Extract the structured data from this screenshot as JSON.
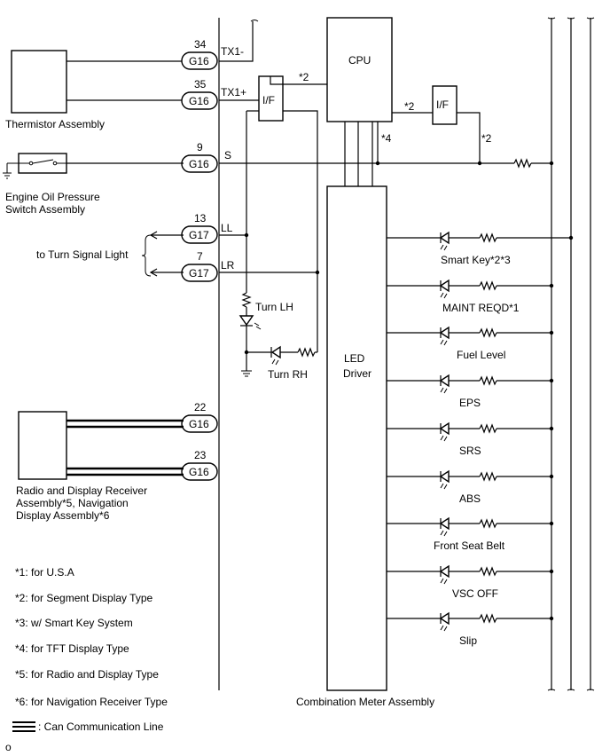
{
  "components": {
    "thermistor": "Thermistor Assembly",
    "oil_pressure_line1": "Engine Oil Pressure",
    "oil_pressure_line2": "Switch Assembly",
    "turn_signal": "to Turn Signal Light",
    "radio_line1": "Radio and Display Receiver",
    "radio_line2": "Assembly*5, Navigation",
    "radio_line3": "Display Assembly*6",
    "cpu": "CPU",
    "if_label": "I/F",
    "led_line1": "LED",
    "led_line2": "Driver",
    "meter": "Combination Meter Assembly"
  },
  "connectors": [
    {
      "pin": "34",
      "name": "G16",
      "signal": "TX1-"
    },
    {
      "pin": "35",
      "name": "G16",
      "signal": "TX1+"
    },
    {
      "pin": "9",
      "name": "G16",
      "signal": "S"
    },
    {
      "pin": "13",
      "name": "G17",
      "signal": "LL"
    },
    {
      "pin": "7",
      "name": "G17",
      "signal": "LR"
    },
    {
      "pin": "22",
      "name": "G16",
      "signal": ""
    },
    {
      "pin": "23",
      "name": "G16",
      "signal": ""
    }
  ],
  "turn_indicators": {
    "lh": "Turn LH",
    "rh": "Turn RH"
  },
  "indicators": [
    "Smart Key*2*3",
    "MAINT REQD*1",
    "Fuel Level",
    "EPS",
    "SRS",
    "ABS",
    "Front Seat Belt",
    "VSC OFF",
    "Slip"
  ],
  "markers": {
    "m2": "*2",
    "m4": "*4"
  },
  "notes": [
    "*1: for U.S.A",
    "*2: for Segment Display Type",
    "*3: w/ Smart Key System",
    "*4: for TFT Display Type",
    "*5: for Radio and Display Type",
    "*6: for Navigation Receiver Type"
  ],
  "legend": ": Can Communication Line",
  "corner_mark": "o"
}
